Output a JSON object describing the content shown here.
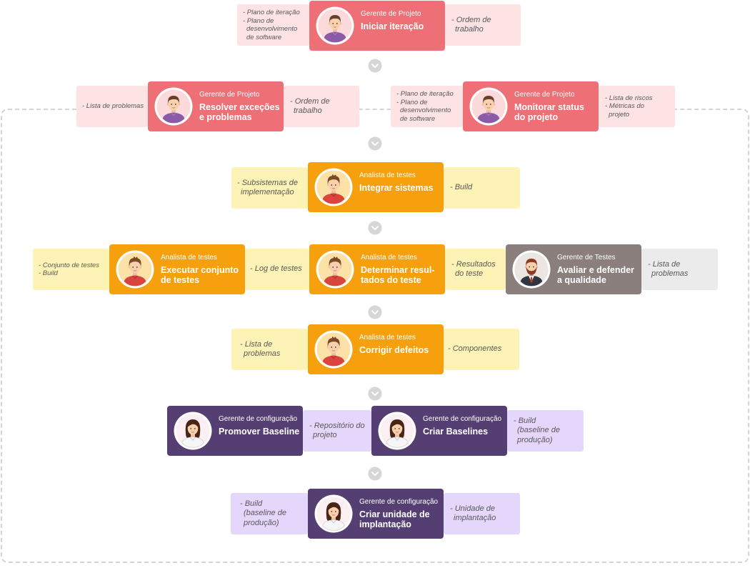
{
  "colors": {
    "project_manager": "#ef6f76",
    "project_manager_note": "#fde3e4",
    "test_analyst": "#f5a00c",
    "test_analyst_note": "#fef3b6",
    "test_manager": "#8b7f7d",
    "test_manager_note": "#ebebeb",
    "config_manager": "#553f72",
    "config_manager_note": "#e5d6fb",
    "connector": "#d6d6d6",
    "boundary": "#d4d4d4"
  },
  "steps": [
    {
      "role": "Gerente de Projeto",
      "title": [
        "Iniciar iteração"
      ],
      "avatar": "project-manager-avatar",
      "inputs": [
        "- Plano de iteração",
        "- Plano de",
        "desenvolvimento",
        "de software"
      ],
      "outputs": [
        "- Ordem de",
        "trabalho"
      ]
    },
    {
      "role": "Gerente de Projeto",
      "title": [
        "Resolver exceções",
        "e problemas"
      ],
      "avatar": "project-manager-avatar",
      "inputs": [
        "- Lista de problemas"
      ],
      "outputs": [
        "- Ordem de",
        "trabalho"
      ]
    },
    {
      "role": "Gerente de Projeto",
      "title": [
        "Monitorar status",
        "do projeto"
      ],
      "avatar": "project-manager-avatar",
      "inputs": [
        "- Plano de iteração",
        "- Plano de",
        "desenvolvimento",
        "de software"
      ],
      "outputs": [
        "- Lista de riscos",
        "- Métricas do",
        "projeto"
      ]
    },
    {
      "role": "Analista de testes",
      "title": [
        "Integrar sistemas"
      ],
      "avatar": "test-analyst-avatar",
      "inputs": [
        "- Subsistemas de",
        "implementação"
      ],
      "outputs": [
        "- Build"
      ]
    },
    {
      "role": "Analista de testes",
      "title": [
        "Executar conjunto",
        "de testes"
      ],
      "avatar": "test-analyst-avatar",
      "inputs": [
        "- Conjunto de testes",
        "- Build"
      ],
      "outputs": [
        "- Log de testes"
      ]
    },
    {
      "role": "Analista de testes",
      "title": [
        "Determinar resul-",
        "tados do teste"
      ],
      "avatar": "test-analyst-avatar",
      "outputs": [
        "- Resultados",
        "do teste"
      ]
    },
    {
      "role": "Gerente de Testes",
      "title": [
        "Avaliar e defender",
        "a qualidade"
      ],
      "avatar": "test-manager-avatar",
      "outputs": [
        "- Lista de",
        "problemas"
      ]
    },
    {
      "role": "Analista de testes",
      "title": [
        "Corrigir defeitos"
      ],
      "avatar": "test-analyst-avatar",
      "inputs": [
        "- Lista de",
        "problemas"
      ],
      "outputs": [
        "- Componentes"
      ]
    },
    {
      "role": "Gerente de configuração",
      "title": [
        "Promover Baseline"
      ],
      "avatar": "config-manager-avatar",
      "outputs": [
        "- Repositório do",
        "projeto"
      ]
    },
    {
      "role": "Gerente de configuração",
      "title": [
        "Criar Baselines"
      ],
      "avatar": "config-manager-avatar",
      "outputs": [
        "- Build",
        "(baseline de",
        "produção)"
      ]
    },
    {
      "role": "Gerente de configuração",
      "title": [
        "Criar unidade de",
        "implantação"
      ],
      "avatar": "config-manager-avatar",
      "inputs": [
        "- Build",
        "(baseline de",
        "produção)"
      ],
      "outputs": [
        "- Unidade de",
        "implantação"
      ]
    }
  ]
}
